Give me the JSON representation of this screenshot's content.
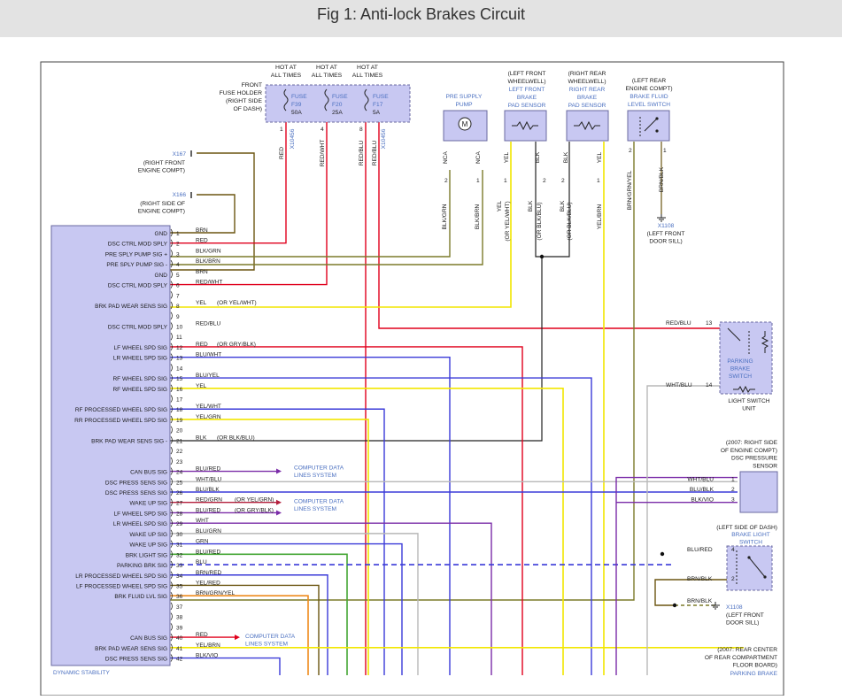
{
  "page": {
    "title": "Fig 1: Anti-lock Brakes Circuit"
  },
  "colors": {
    "module_fill": "#c8c8f2",
    "module_stroke": "#6a6aa0",
    "link_text": "#4a6fc0",
    "wire_red": "#e0001c",
    "wire_yellow": "#f2e600",
    "wire_blue": "#3a3ad8",
    "wire_gray": "#b8b8b8",
    "wire_green": "#45a635",
    "wire_brown": "#6b5510",
    "wire_olive": "#7c7a2a",
    "wire_orange": "#ee8a1c",
    "wire_purple": "#7a2ca8",
    "wire_crimson": "#b41f3c",
    "wire_black": "#222222"
  },
  "fuse_block": {
    "hot_labels": [
      "HOT AT",
      "ALL TIMES"
    ],
    "holder_label": [
      "FRONT",
      "FUSE HOLDER",
      "(RIGHT SIDE",
      "OF DASH)"
    ],
    "fuses": [
      {
        "name": "FUSE",
        "id": "F39",
        "rating": "50A"
      },
      {
        "name": "FUSE",
        "id": "F20",
        "rating": "25A"
      },
      {
        "name": "FUSE",
        "id": "F17",
        "rating": "5A"
      }
    ],
    "pins": [
      "1",
      "4",
      "8"
    ],
    "connector_ids": [
      "X10456",
      "X10456"
    ],
    "wire_colors": [
      "RED",
      "RED/WHT",
      "RED/BLU",
      "RED/BLU"
    ]
  },
  "ground_x167": {
    "id": "X167",
    "lines": [
      "(RIGHT FRONT",
      "ENGINE COMPT)"
    ]
  },
  "ground_x166": {
    "id": "X166",
    "lines": [
      "(RIGHT SIDE OF",
      "ENGINE COMPT)"
    ]
  },
  "pump": {
    "header": [
      "PRE SUPPLY",
      "PUMP"
    ],
    "symbol": "M",
    "terminals": [
      "NCA",
      "NCA"
    ],
    "pins": [
      "2",
      "1"
    ],
    "wires": [
      "BLK/GRN",
      "BLK/BRN"
    ]
  },
  "lf_pad_sensor": {
    "header_black": [
      "(LEFT FRONT",
      "WHEELWELL)"
    ],
    "header_blue": [
      "LEFT FRONT",
      "BRAKE",
      "PAD SENSOR"
    ],
    "terminals": [
      "YEL",
      "BLK"
    ],
    "pins": [
      "1",
      "2"
    ],
    "wires": [
      "YEL",
      "(OR YEL/WHT)",
      "BLK",
      "(OR BLK/BLU)"
    ]
  },
  "rr_pad_sensor": {
    "header_black": [
      "(RIGHT REAR",
      "WHEELWELL)"
    ],
    "header_blue": [
      "RIGHT REAR",
      "BRAKE",
      "PAD SENSOR"
    ],
    "terminals": [
      "BLK",
      "YEL"
    ],
    "pins": [
      "2",
      "1"
    ],
    "wires": [
      "BLK",
      "(OR BLK/BLU)",
      "YEL/BRN"
    ]
  },
  "fluid_switch": {
    "header_black": [
      "(LEFT REAR",
      "ENGINE COMPT)"
    ],
    "header_blue": [
      "BRAKE FLUID",
      "LEVEL SWITCH"
    ],
    "pins": [
      "2",
      "1"
    ],
    "wires": [
      "BRN/GRN/YEL",
      "BRN/BLK"
    ]
  },
  "ground_x1108_top": {
    "id": "X1108",
    "lines": [
      "(LEFT FRONT",
      "DOOR SILL)"
    ]
  },
  "ecu_pins": [
    {
      "n": "1",
      "label": "GND",
      "wire": "BRN",
      "note": ""
    },
    {
      "n": "2",
      "label": "DSC CTRL MOD SPLY",
      "wire": "RED",
      "note": ""
    },
    {
      "n": "3",
      "label": "PRE SPLY PUMP SIG +",
      "wire": "BLK/GRN",
      "note": ""
    },
    {
      "n": "4",
      "label": "PRE SPLY PUMP SIG -",
      "wire": "BLK/BRN",
      "note": ""
    },
    {
      "n": "5",
      "label": "GND",
      "wire": "BRN",
      "note": ""
    },
    {
      "n": "6",
      "label": "DSC CTRL MOD SPLY",
      "wire": "RED/WHT",
      "note": ""
    },
    {
      "n": "7",
      "label": "",
      "wire": "",
      "note": ""
    },
    {
      "n": "8",
      "label": "BRK PAD WEAR SENS SIG",
      "wire": "YEL",
      "note": "(OR YEL/WHT)"
    },
    {
      "n": "9",
      "label": "",
      "wire": "",
      "note": ""
    },
    {
      "n": "10",
      "label": "DSC CTRL MOD SPLY",
      "wire": "RED/BLU",
      "note": ""
    },
    {
      "n": "11",
      "label": "",
      "wire": "",
      "note": ""
    },
    {
      "n": "12",
      "label": "LF WHEEL SPD SIG",
      "wire": "RED",
      "note": "(OR GRY/BLK)"
    },
    {
      "n": "13",
      "label": "LR WHEEL SPD SIG",
      "wire": "BLU/WHT",
      "note": ""
    },
    {
      "n": "14",
      "label": "",
      "wire": "",
      "note": ""
    },
    {
      "n": "15",
      "label": "RF WHEEL SPD SIG",
      "wire": "BLU/YEL",
      "note": ""
    },
    {
      "n": "16",
      "label": "RF WHEEL SPD SIG",
      "wire": "YEL",
      "note": ""
    },
    {
      "n": "17",
      "label": "",
      "wire": "",
      "note": ""
    },
    {
      "n": "18",
      "label": "RF PROCESSED WHEEL SPD SIG",
      "wire": "YEL/WHT",
      "note": ""
    },
    {
      "n": "19",
      "label": "RR PROCESSED WHEEL SPD SIG",
      "wire": "YEL/GRN",
      "note": ""
    },
    {
      "n": "20",
      "label": "",
      "wire": "",
      "note": ""
    },
    {
      "n": "21",
      "label": "BRK PAD WEAR SENS SIG -",
      "wire": "BLK",
      "note": "(OR BLK/BLU)"
    },
    {
      "n": "22",
      "label": "",
      "wire": "",
      "note": ""
    },
    {
      "n": "23",
      "label": "",
      "wire": "",
      "note": ""
    },
    {
      "n": "24",
      "label": "CAN BUS SIG",
      "wire": "BLU/RED",
      "note": ""
    },
    {
      "n": "25",
      "label": "DSC PRESS SENS SIG",
      "wire": "WHT/BLU",
      "note": ""
    },
    {
      "n": "26",
      "label": "DSC PRESS SENS SIG",
      "wire": "BLU/BLK",
      "note": ""
    },
    {
      "n": "27",
      "label": "WAKE UP SIG",
      "wire": "RED/GRN",
      "note": "(OR YEL/GRN)"
    },
    {
      "n": "28",
      "label": "LF WHEEL SPD SIG",
      "wire": "BLU/RED",
      "note": "(OR GRY/BLK)"
    },
    {
      "n": "29",
      "label": "LR WHEEL SPD SIG",
      "wire": "WHT",
      "note": ""
    },
    {
      "n": "30",
      "label": "WAKE UP SIG",
      "wire": "BLU/GRN",
      "note": ""
    },
    {
      "n": "31",
      "label": "WAKE UP SIG",
      "wire": "GRN",
      "note": ""
    },
    {
      "n": "32",
      "label": "BRK LIGHT SIG",
      "wire": "BLU/RED",
      "note": ""
    },
    {
      "n": "33",
      "label": "PARKING BRK SIG",
      "wire": "BLU",
      "note": ""
    },
    {
      "n": "34",
      "label": "LR PROCESSED WHEEL SPD SIG",
      "wire": "BRN/RED",
      "note": ""
    },
    {
      "n": "35",
      "label": "LF PROCESSED WHEEL SPD SIG",
      "wire": "YEL/RED",
      "note": ""
    },
    {
      "n": "36",
      "label": "BRK FLUID LVL SIG",
      "wire": "BRN/GRN/YEL",
      "note": ""
    },
    {
      "n": "37",
      "label": "",
      "wire": "",
      "note": ""
    },
    {
      "n": "38",
      "label": "",
      "wire": "",
      "note": ""
    },
    {
      "n": "39",
      "label": "",
      "wire": "",
      "note": ""
    },
    {
      "n": "40",
      "label": "CAN BUS SIG",
      "wire": "RED",
      "note": ""
    },
    {
      "n": "41",
      "label": "BRK PAD WEAR SENS SIG",
      "wire": "YEL/BRN",
      "note": ""
    },
    {
      "n": "42",
      "label": "DSC PRESS SENS SIG",
      "wire": "BLK/VIO",
      "note": ""
    }
  ],
  "ecu_footer": "DYNAMIC STABILITY",
  "computer_data": [
    "COMPUTER DATA",
    "LINES SYSTEM"
  ],
  "light_switch": {
    "wire_top": "RED/BLU",
    "pin_top": "13",
    "wire_bottom": "WHT/BLU",
    "pin_bottom": "14",
    "inner_label": [
      "PARKING",
      "BRAKE",
      "SWITCH"
    ],
    "unit_label": [
      "LIGHT SWITCH",
      "UNIT"
    ]
  },
  "pressure_sensor": {
    "header_black": [
      "(2007: RIGHT SIDE",
      "OF ENGINE COMPT)",
      "DSC PRESSURE",
      "SENSOR"
    ],
    "wires": [
      "WHT/BLU",
      "BLU/BLK",
      "BLK/VIO"
    ],
    "pins": [
      "1",
      "2",
      "3"
    ]
  },
  "brake_light_switch": {
    "header_black": "(LEFT SIDE OF DASH)",
    "header_blue": [
      "BRAKE LIGHT",
      "SWITCH"
    ],
    "wires": [
      "BLU/RED",
      "BRN/BLK",
      "BRN/BLK"
    ],
    "pins": [
      "4",
      "2"
    ]
  },
  "ground_x1108_bottom": {
    "id": "X1108",
    "lines": [
      "(LEFT FRONT",
      "DOOR SILL)"
    ]
  },
  "parking_brake_bottom": {
    "header_black": [
      "(2007: REAR CENTER",
      "OF REAR COMPARTMENT",
      "FLOOR BOARD)"
    ],
    "header_blue": "PARKING BRAKE"
  }
}
